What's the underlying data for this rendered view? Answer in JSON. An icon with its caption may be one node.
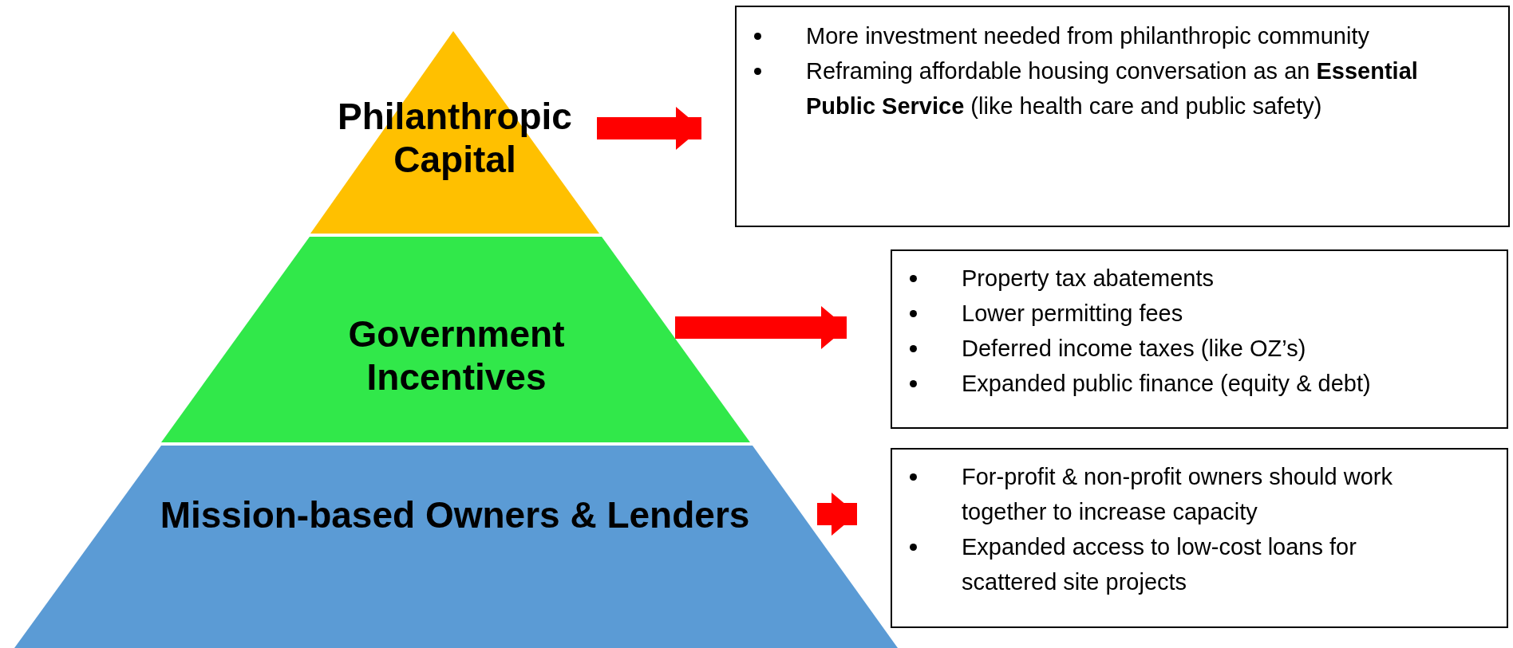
{
  "diagram": {
    "nodes": [
      {
        "text": [
          "Philanthropic Capital"
        ]
      },
      {
        "text": [
          "More investment needed from philanthropic community",
          "Reframing affordable housing conversation as an **Essential Public Service** (like health care and public safety)"
        ]
      },
      {
        "text": [
          "Government Incentives"
        ]
      },
      {
        "text": [
          "Property tax abatements",
          "Lower permitting fees",
          "Deferred income taxes (like OZ’s)",
          "Expanded public finance (equity & debt)"
        ]
      },
      {
        "text": [
          "Mission-based Owners & Lenders"
        ]
      },
      {
        "text": [
          "For-profit & non-profit owners should work together to increase capacity",
          "Expanded access to low-cost loans for scattered site projects"
        ]
      }
    ],
    "edges": [
      {
        "from": 0,
        "to": 1,
        "arrow": "to"
      },
      {
        "from": 2,
        "to": 3,
        "arrow": "to"
      },
      {
        "from": 4,
        "to": 5,
        "arrow": "to"
      }
    ]
  }
}
